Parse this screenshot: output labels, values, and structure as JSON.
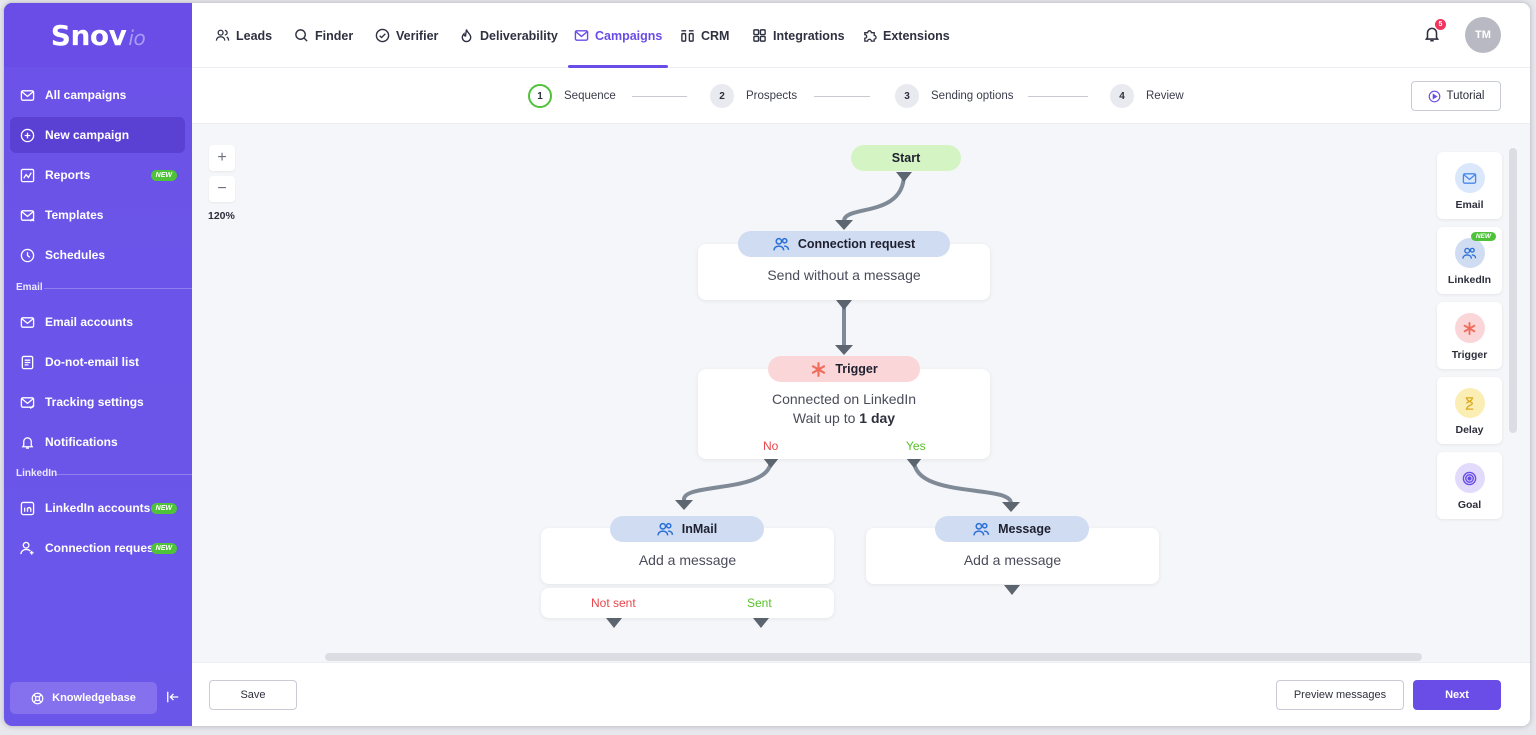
{
  "brand": {
    "name": "Snov",
    "suffix": "io",
    "accent": "#6a4de6"
  },
  "sidebar": {
    "items": [
      {
        "label": "All campaigns",
        "icon": "mail-icon"
      },
      {
        "label": "New campaign",
        "icon": "plus-circle-icon",
        "active": true
      },
      {
        "label": "Reports",
        "icon": "chart-icon",
        "badge": "NEW"
      },
      {
        "label": "Templates",
        "icon": "mail-template-icon"
      },
      {
        "label": "Schedules",
        "icon": "clock-icon"
      },
      {
        "label": "Email accounts",
        "icon": "mail-icon"
      },
      {
        "label": "Do-not-email list",
        "icon": "list-doc-icon"
      },
      {
        "label": "Tracking settings",
        "icon": "mail-check-icon"
      },
      {
        "label": "Notifications",
        "icon": "bell-icon"
      },
      {
        "label": "LinkedIn accounts",
        "icon": "linkedin-icon",
        "badge": "NEW"
      },
      {
        "label": "Connection requests",
        "icon": "user-plus-icon",
        "badge": "NEW"
      }
    ],
    "sections": {
      "email": "Email",
      "linkedin": "LinkedIn"
    },
    "knowledgebase": "Knowledgebase"
  },
  "topnav": {
    "items": [
      {
        "label": "Leads",
        "icon": "users-icon"
      },
      {
        "label": "Finder",
        "icon": "search-icon"
      },
      {
        "label": "Verifier",
        "icon": "check-circle-icon"
      },
      {
        "label": "Deliverability",
        "icon": "flame-icon"
      },
      {
        "label": "Campaigns",
        "icon": "mail-icon",
        "active": true
      },
      {
        "label": "CRM",
        "icon": "crm-icon"
      },
      {
        "label": "Integrations",
        "icon": "grid-icon"
      },
      {
        "label": "Extensions",
        "icon": "puzzle-icon"
      }
    ],
    "notification_count": "5",
    "avatar_initials": "TM"
  },
  "steps": [
    {
      "num": "1",
      "label": "Sequence",
      "current": true
    },
    {
      "num": "2",
      "label": "Prospects"
    },
    {
      "num": "3",
      "label": "Sending options"
    },
    {
      "num": "4",
      "label": "Review"
    }
  ],
  "tutorial_label": "Tutorial",
  "canvas": {
    "zoom_plus": "+",
    "zoom_minus": "−",
    "zoom_level": "120%",
    "start": "Start",
    "connection": {
      "title": "Connection request",
      "body": "Send without a message"
    },
    "trigger": {
      "title": "Trigger",
      "line1": "Connected on LinkedIn",
      "line2_prefix": "Wait up to ",
      "line2_bold": "1 day",
      "no": "No",
      "yes": "Yes"
    },
    "inmail": {
      "title": "InMail",
      "body": "Add a message",
      "not_sent": "Not sent",
      "sent": "Sent"
    },
    "message": {
      "title": "Message",
      "body": "Add a message"
    }
  },
  "palette": [
    {
      "label": "Email",
      "icon": "mail-icon",
      "color": "#dbe7fb"
    },
    {
      "label": "LinkedIn",
      "icon": "users-icon",
      "color": "#cfdcf2",
      "badge": "NEW"
    },
    {
      "label": "Trigger",
      "icon": "asterisk-icon",
      "color": "#fbd6d8"
    },
    {
      "label": "Delay",
      "icon": "hourglass-icon",
      "color": "#fbeeb5"
    },
    {
      "label": "Goal",
      "icon": "target-icon",
      "color": "#e2dbfb"
    }
  ],
  "footer": {
    "save": "Save",
    "preview": "Preview messages",
    "next": "Next"
  }
}
